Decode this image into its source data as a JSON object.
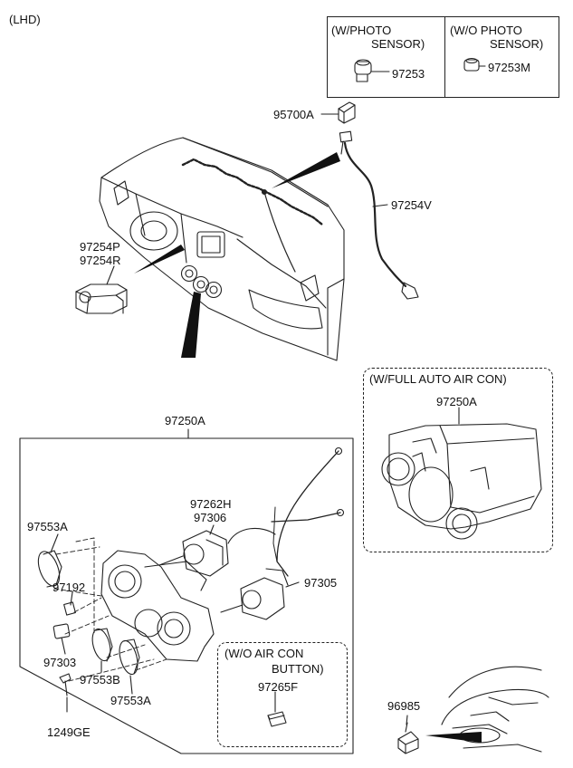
{
  "header": {
    "drive": "(LHD)"
  },
  "variants_box": {
    "with_photo_sensor": {
      "title_line1": "(W/PHOTO",
      "title_line2": "SENSOR)",
      "part": "97253"
    },
    "without_photo_sensor": {
      "title_line1": "(W/O PHOTO",
      "title_line2": "SENSOR)",
      "part": "97253M"
    }
  },
  "top_parts": {
    "sensor_connector": "95700A",
    "wiring_harness": "97254V",
    "side_unit_line1": "97254P",
    "side_unit_line2": "97254R"
  },
  "heater_control": {
    "assembly_label": "97250A",
    "parts": {
      "knob_top": "97553A",
      "knob_insert": "97192",
      "knob_cap": "97303",
      "knob_mid": "97553B",
      "knob_bottom": "97553A",
      "screw": "1249GE",
      "switch_line1": "97262H",
      "switch_line2": "97306",
      "cable_unit": "97305"
    },
    "wo_aircon_box": {
      "title_line1": "(W/O AIR CON",
      "title_line2": "BUTTON)",
      "part": "97265F"
    }
  },
  "full_auto_box": {
    "title": "(W/FULL AUTO AIR CON)",
    "part": "97250A"
  },
  "front_sensor": {
    "part": "96985"
  }
}
